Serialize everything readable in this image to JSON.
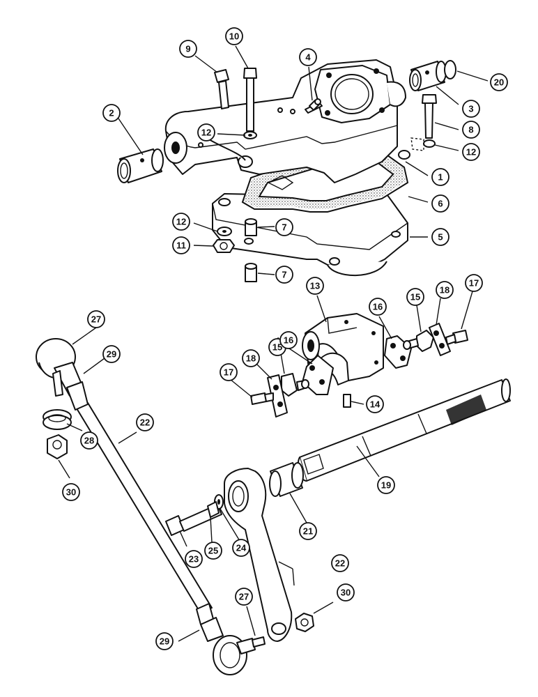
{
  "callouts": [
    {
      "id": "c1",
      "label": "1"
    },
    {
      "id": "c2",
      "label": "2"
    },
    {
      "id": "c3",
      "label": "3"
    },
    {
      "id": "c4",
      "label": "4"
    },
    {
      "id": "c5",
      "label": "5"
    },
    {
      "id": "c6",
      "label": "6"
    },
    {
      "id": "c7a",
      "label": "7"
    },
    {
      "id": "c7b",
      "label": "7"
    },
    {
      "id": "c8",
      "label": "8"
    },
    {
      "id": "c9",
      "label": "9"
    },
    {
      "id": "c10",
      "label": "10"
    },
    {
      "id": "c11",
      "label": "11"
    },
    {
      "id": "c12a",
      "label": "12"
    },
    {
      "id": "c12b",
      "label": "12"
    },
    {
      "id": "c12c",
      "label": "12"
    },
    {
      "id": "c13",
      "label": "13"
    },
    {
      "id": "c14",
      "label": "14"
    },
    {
      "id": "c15a",
      "label": "15"
    },
    {
      "id": "c15b",
      "label": "15"
    },
    {
      "id": "c16a",
      "label": "16"
    },
    {
      "id": "c16b",
      "label": "16"
    },
    {
      "id": "c17a",
      "label": "17"
    },
    {
      "id": "c17b",
      "label": "17"
    },
    {
      "id": "c18a",
      "label": "18"
    },
    {
      "id": "c18b",
      "label": "18"
    },
    {
      "id": "c19",
      "label": "19"
    },
    {
      "id": "c20",
      "label": "20"
    },
    {
      "id": "c21",
      "label": "21"
    },
    {
      "id": "c22a",
      "label": "22"
    },
    {
      "id": "c22b",
      "label": "22"
    },
    {
      "id": "c23",
      "label": "23"
    },
    {
      "id": "c24",
      "label": "24"
    },
    {
      "id": "c25",
      "label": "25"
    },
    {
      "id": "c27a",
      "label": "27"
    },
    {
      "id": "c27b",
      "label": "27"
    },
    {
      "id": "c28",
      "label": "28"
    },
    {
      "id": "c29a",
      "label": "29"
    },
    {
      "id": "c29b",
      "label": "29"
    },
    {
      "id": "c30a",
      "label": "30"
    },
    {
      "id": "c30b",
      "label": "30"
    }
  ]
}
